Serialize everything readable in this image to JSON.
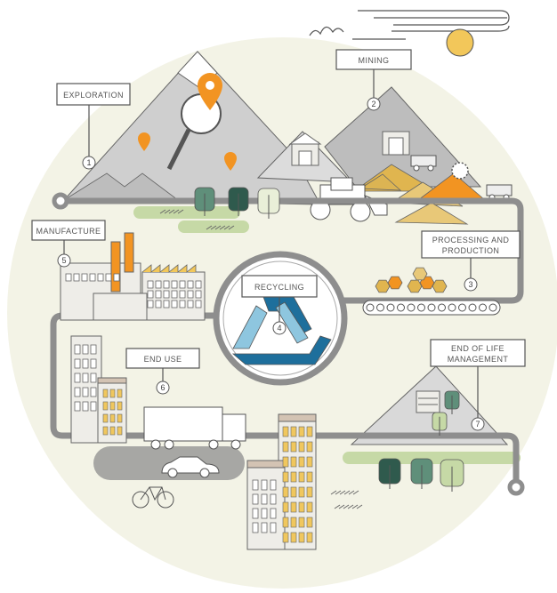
{
  "stages": [
    {
      "id": "exploration",
      "label": "EXPLORATION",
      "number": "1"
    },
    {
      "id": "mining",
      "label": "MINING",
      "number": "2"
    },
    {
      "id": "processing",
      "label_lines": [
        "PROCESSING AND",
        "PRODUCTION"
      ],
      "number": "3"
    },
    {
      "id": "recycling",
      "label": "RECYCLING",
      "number": "4"
    },
    {
      "id": "manufacture",
      "label": "MANUFACTURE",
      "number": "5"
    },
    {
      "id": "end_use",
      "label": "END USE",
      "number": "6"
    },
    {
      "id": "end_of_life",
      "label_lines": [
        "END OF LIFE",
        "MANAGEMENT"
      ],
      "number": "7"
    }
  ],
  "colors": {
    "background_circle": "#f3f3e6",
    "path": "#8e8e8e",
    "mountain": "#c9c9c9",
    "ore": "#e0b54f",
    "orange": "#f29422",
    "sun": "#f2c75a",
    "recycle_light": "#8ec6df",
    "recycle_dark": "#1e6f9c",
    "tree_green": "#3d6a5c",
    "tree_light": "#c6d9a6",
    "grass": "#b7cc95"
  }
}
